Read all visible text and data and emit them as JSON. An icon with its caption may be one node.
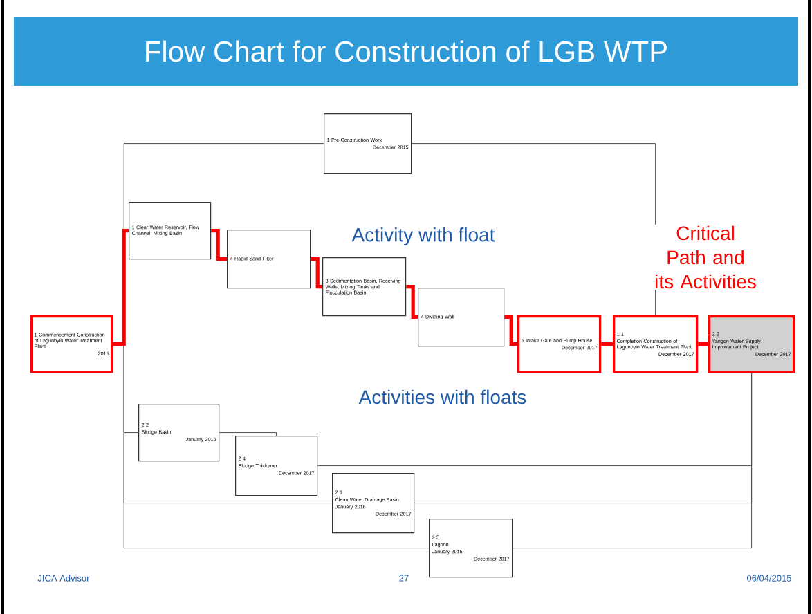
{
  "diagram": {
    "title": "Flow Chart for Construction of LGB WTP",
    "nodes": [
      {
        "text": [
          "1 Commencement Construction of Lagunbyin Water Treatment Plant",
          "2015"
        ]
      },
      {
        "text": [
          "1 Pre-Construction Work",
          "December 2015"
        ]
      },
      {
        "text": [
          "1 Clear Water Reservoir, Flow Channel, Mixing Basin"
        ]
      },
      {
        "text": [
          "4 Rapid Sand Filter"
        ]
      },
      {
        "text": [
          "3 Sedimentation Basin, Receiving Wells, Mixing Tanks and Flocculation Basin"
        ]
      },
      {
        "text": [
          "4 Dividing Wall"
        ]
      },
      {
        "text": [
          "5 Intake Gate and Pump House",
          "December 2017"
        ]
      },
      {
        "text": [
          "1 1",
          "Completion Construction of Lagunbyin Water Treatment Plant",
          "December 2017"
        ]
      },
      {
        "text": [
          "2 2",
          "Yangon Water Supply Improvement Project",
          "December 2017"
        ]
      },
      {
        "text": [
          "2 2",
          "Sludge Basin",
          "January 2016"
        ]
      },
      {
        "text": [
          "2 4",
          "Sludge Thickener",
          "December 2017"
        ]
      },
      {
        "text": [
          "2 1",
          "Clean Water Drainage Basin",
          "January 2016",
          "December 2017"
        ]
      },
      {
        "text": [
          "2 5",
          "Lagoon",
          "January 2016",
          "December 2017"
        ]
      }
    ],
    "edges": [
      {
        "from": 0,
        "to": 1,
        "arrow": "none"
      },
      {
        "from": 1,
        "to": 7,
        "arrow": "none"
      },
      {
        "from": 0,
        "to": 9,
        "arrow": "none"
      },
      {
        "from": 9,
        "to": 10,
        "arrow": "none"
      },
      {
        "from": 10,
        "to": 8,
        "arrow": "none"
      },
      {
        "from": 0,
        "to": 11,
        "arrow": "none"
      },
      {
        "from": 11,
        "to": 8,
        "arrow": "none"
      },
      {
        "from": 0,
        "to": 12,
        "arrow": "none"
      },
      {
        "from": 12,
        "to": 8,
        "arrow": "none"
      },
      {
        "from": 0,
        "to": 2,
        "arrow": "none",
        "style": "thick",
        "color": "#ff0000"
      },
      {
        "from": 2,
        "to": 3,
        "arrow": "none",
        "style": "thick",
        "color": "#ff0000"
      },
      {
        "from": 3,
        "to": 4,
        "arrow": "none",
        "style": "thick",
        "color": "#ff0000"
      },
      {
        "from": 4,
        "to": 5,
        "arrow": "none",
        "style": "thick",
        "color": "#ff0000"
      },
      {
        "from": 5,
        "to": 6,
        "arrow": "none",
        "style": "thick",
        "color": "#ff0000"
      },
      {
        "from": 6,
        "to": 7,
        "arrow": "none",
        "style": "thick",
        "color": "#ff0000"
      },
      {
        "from": 7,
        "to": 8,
        "arrow": "none",
        "style": "thick",
        "color": "#ff0000"
      }
    ],
    "labels": [
      "Activity with float",
      "Critical Path and its Activities",
      "Activities with floats",
      "JICA Advisor",
      "27",
      "06/04/2015"
    ]
  }
}
